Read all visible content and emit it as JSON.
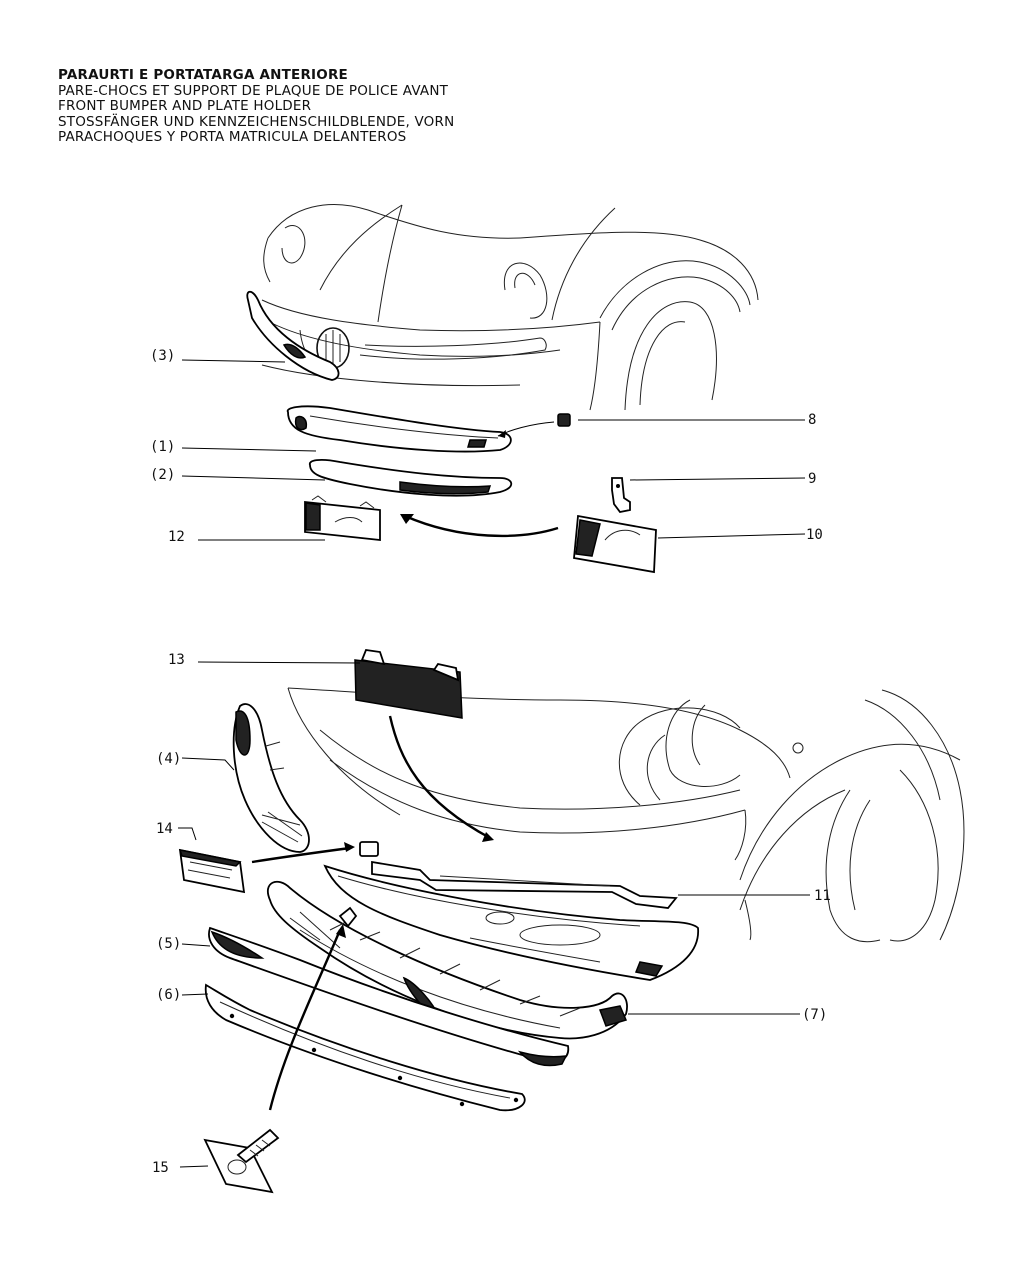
{
  "titles": {
    "it": "PARAURTI E PORTATARGA ANTERIORE",
    "fr": "PARE-CHOCS ET SUPPORT DE PLAQUE DE POLICE AVANT",
    "en": "FRONT BUMPER AND PLATE HOLDER",
    "de": "STOSSFÄNGER UND KENNZEICHENSCHILDBLENDE, VORN",
    "es": "PARACHOQUES Y PORTA MATRICULA DELANTEROS"
  },
  "labels": {
    "p3": "(3)",
    "p1": "(1)",
    "p2": "(2)",
    "p8": "8",
    "p9": "9",
    "p10": "10",
    "p12": "12",
    "p13": "13",
    "p4": "(4)",
    "p14": "14",
    "p11": "11",
    "p5": "(5)",
    "p6": "(6)",
    "p7": "(7)",
    "p15": "15"
  }
}
